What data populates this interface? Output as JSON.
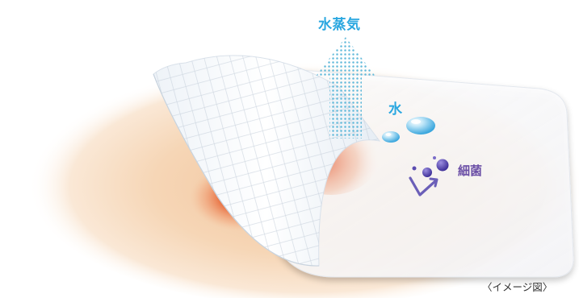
{
  "labels": {
    "vapor": "水蒸気",
    "water": "水",
    "bacteria": "細菌"
  },
  "caption": "〈イメージ図〉",
  "colors": {
    "vapor_label": "#2aa7e0",
    "water_label": "#2aa7e0",
    "bacteria_label": "#6b4fa6",
    "vapor_arrow": "#5bb6d8",
    "water_droplet": "#4db4e6",
    "bacteria_dot": "#5a4bb0",
    "skin": "#f3cfa9",
    "wound": "#e0532e",
    "film": "#ffffff"
  },
  "icons": {
    "vapor_arrow": "upward-dotted-arrow",
    "water_droplets": "water-droplet-icon",
    "bacteria": "bacteria-dots-icon",
    "block": "v-block-mark"
  }
}
